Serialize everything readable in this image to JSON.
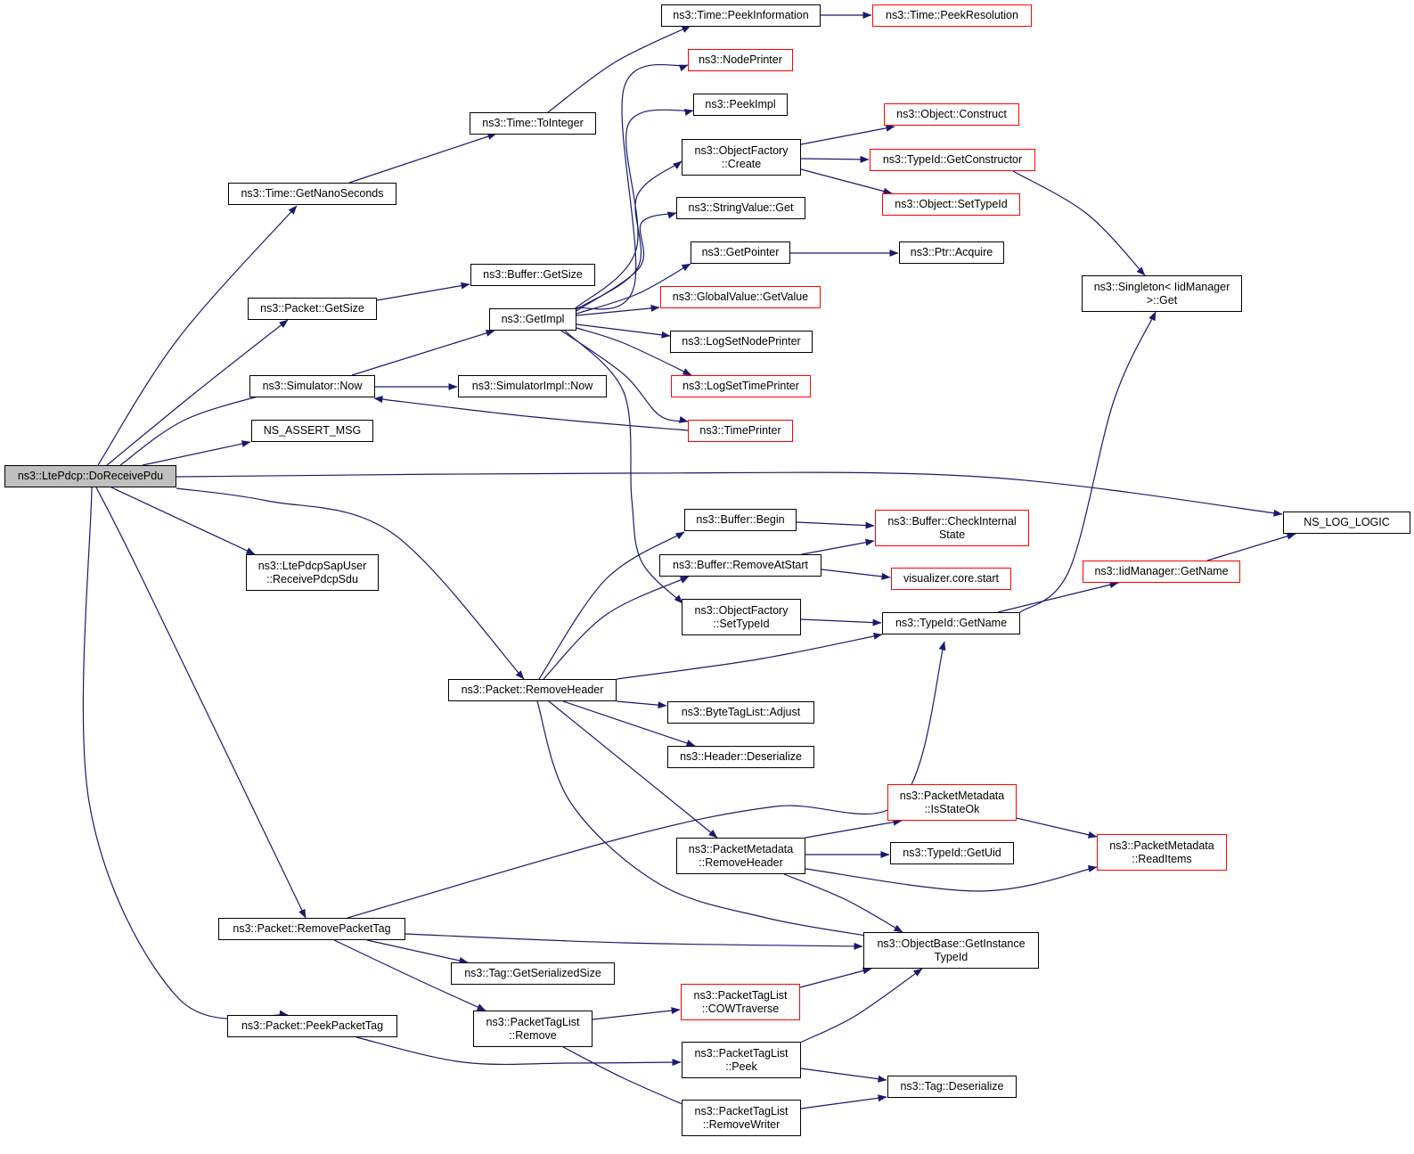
{
  "diagram": {
    "colors": {
      "edge": "#191970",
      "node_border": "#000000",
      "truncated_border": "#ff0000",
      "root_fill": "#bfbfbf"
    },
    "nodes": [
      {
        "id": "root",
        "lines": [
          "ns3::LtePdcp::DoReceivePdu"
        ],
        "style": "root"
      },
      {
        "id": "peekinfo",
        "lines": [
          "ns3::Time::PeekInformation"
        ],
        "style": "normal"
      },
      {
        "id": "peekres",
        "lines": [
          "ns3::Time::PeekResolution"
        ],
        "style": "red"
      },
      {
        "id": "nodeprinter",
        "lines": [
          "ns3::NodePrinter"
        ],
        "style": "red"
      },
      {
        "id": "peekimpl",
        "lines": [
          "ns3::PeekImpl"
        ],
        "style": "normal"
      },
      {
        "id": "objconstruct",
        "lines": [
          "ns3::Object::Construct"
        ],
        "style": "red"
      },
      {
        "id": "tointeger",
        "lines": [
          "ns3::Time::ToInteger"
        ],
        "style": "normal"
      },
      {
        "id": "ofcreate",
        "lines": [
          "ns3::ObjectFactory",
          "::Create"
        ],
        "style": "normal"
      },
      {
        "id": "getconstructor",
        "lines": [
          "ns3::TypeId::GetConstructor"
        ],
        "style": "red"
      },
      {
        "id": "getnano",
        "lines": [
          "ns3::Time::GetNanoSeconds"
        ],
        "style": "normal"
      },
      {
        "id": "settypeid",
        "lines": [
          "ns3::Object::SetTypeId"
        ],
        "style": "red"
      },
      {
        "id": "strget",
        "lines": [
          "ns3::StringValue::Get"
        ],
        "style": "normal"
      },
      {
        "id": "getpointer",
        "lines": [
          "ns3::GetPointer"
        ],
        "style": "normal"
      },
      {
        "id": "ptracquire",
        "lines": [
          "ns3::Ptr::Acquire"
        ],
        "style": "normal"
      },
      {
        "id": "bufgetsize",
        "lines": [
          "ns3::Buffer::GetSize"
        ],
        "style": "normal"
      },
      {
        "id": "singleton",
        "lines": [
          "ns3::Singleton< IidManager",
          ">::Get"
        ],
        "style": "normal"
      },
      {
        "id": "globalvalue",
        "lines": [
          "ns3::GlobalValue::GetValue"
        ],
        "style": "red"
      },
      {
        "id": "pktgetsize",
        "lines": [
          "ns3::Packet::GetSize"
        ],
        "style": "normal"
      },
      {
        "id": "getimpl",
        "lines": [
          "ns3::GetImpl"
        ],
        "style": "normal"
      },
      {
        "id": "lognodeprinter",
        "lines": [
          "ns3::LogSetNodePrinter"
        ],
        "style": "normal"
      },
      {
        "id": "simnow",
        "lines": [
          "ns3::Simulator::Now"
        ],
        "style": "normal"
      },
      {
        "id": "simimplnow",
        "lines": [
          "ns3::SimulatorImpl::Now"
        ],
        "style": "normal"
      },
      {
        "id": "logtimeprinter",
        "lines": [
          "ns3::LogSetTimePrinter"
        ],
        "style": "red"
      },
      {
        "id": "nsassert",
        "lines": [
          "NS_ASSERT_MSG"
        ],
        "style": "normal"
      },
      {
        "id": "timeprinter",
        "lines": [
          "ns3::TimePrinter"
        ],
        "style": "red"
      },
      {
        "id": "bufbegin",
        "lines": [
          "ns3::Buffer::Begin"
        ],
        "style": "normal"
      },
      {
        "id": "bufcheck",
        "lines": [
          "ns3::Buffer::CheckInternal",
          "State"
        ],
        "style": "red"
      },
      {
        "id": "nslog",
        "lines": [
          "NS_LOG_LOGIC"
        ],
        "style": "normal"
      },
      {
        "id": "sapuser",
        "lines": [
          "ns3::LtePdcpSapUser",
          "::ReceivePdcpSdu"
        ],
        "style": "normal"
      },
      {
        "id": "bufremove",
        "lines": [
          "ns3::Buffer::RemoveAtStart"
        ],
        "style": "normal"
      },
      {
        "id": "iidgetname",
        "lines": [
          "ns3::IidManager::GetName"
        ],
        "style": "red"
      },
      {
        "id": "vizstart",
        "lines": [
          "visualizer.core.start"
        ],
        "style": "red"
      },
      {
        "id": "ofsettypeid",
        "lines": [
          "ns3::ObjectFactory",
          "::SetTypeId"
        ],
        "style": "normal"
      },
      {
        "id": "tidgetname",
        "lines": [
          "ns3::TypeId::GetName"
        ],
        "style": "normal"
      },
      {
        "id": "removeheader",
        "lines": [
          "ns3::Packet::RemoveHeader"
        ],
        "style": "normal"
      },
      {
        "id": "bytetag",
        "lines": [
          "ns3::ByteTagList::Adjust"
        ],
        "style": "normal"
      },
      {
        "id": "hdrdeser",
        "lines": [
          "ns3::Header::Deserialize"
        ],
        "style": "normal"
      },
      {
        "id": "isstateok",
        "lines": [
          "ns3::PacketMetadata",
          "::IsStateOk"
        ],
        "style": "red"
      },
      {
        "id": "pmremoveheader",
        "lines": [
          "ns3::PacketMetadata",
          "::RemoveHeader"
        ],
        "style": "normal"
      },
      {
        "id": "getuid",
        "lines": [
          "ns3::TypeId::GetUid"
        ],
        "style": "normal"
      },
      {
        "id": "readitems",
        "lines": [
          "ns3::PacketMetadata",
          "::ReadItems"
        ],
        "style": "red"
      },
      {
        "id": "removepackettag",
        "lines": [
          "ns3::Packet::RemovePacketTag"
        ],
        "style": "normal"
      },
      {
        "id": "getinstance",
        "lines": [
          "ns3::ObjectBase::GetInstance",
          "TypeId"
        ],
        "style": "normal"
      },
      {
        "id": "tagsersize",
        "lines": [
          "ns3::Tag::GetSerializedSize"
        ],
        "style": "normal"
      },
      {
        "id": "cowtraverse",
        "lines": [
          "ns3::PacketTagList",
          "::COWTraverse"
        ],
        "style": "red"
      },
      {
        "id": "peekpackettag",
        "lines": [
          "ns3::Packet::PeekPacketTag"
        ],
        "style": "normal"
      },
      {
        "id": "ptlremove",
        "lines": [
          "ns3::PacketTagList",
          "::Remove"
        ],
        "style": "normal"
      },
      {
        "id": "ptlpeek",
        "lines": [
          "ns3::PacketTagList",
          "::Peek"
        ],
        "style": "normal"
      },
      {
        "id": "tagdeser",
        "lines": [
          "ns3::Tag::Deserialize"
        ],
        "style": "normal"
      },
      {
        "id": "removewriter",
        "lines": [
          "ns3::PacketTagList",
          "::RemoveWriter"
        ],
        "style": "normal"
      }
    ],
    "edges": [
      [
        "root",
        "getnano"
      ],
      [
        "root",
        "pktgetsize"
      ],
      [
        "root",
        "simnow"
      ],
      [
        "root",
        "nsassert"
      ],
      [
        "root",
        "nslog"
      ],
      [
        "root",
        "sapuser"
      ],
      [
        "root",
        "removeheader"
      ],
      [
        "root",
        "removepackettag"
      ],
      [
        "root",
        "peekpackettag"
      ],
      [
        "getnano",
        "tointeger"
      ],
      [
        "tointeger",
        "peekinfo"
      ],
      [
        "peekinfo",
        "peekres"
      ],
      [
        "pktgetsize",
        "bufgetsize"
      ],
      [
        "simnow",
        "getimpl"
      ],
      [
        "simnow",
        "simimplnow"
      ],
      [
        "getimpl",
        "nodeprinter"
      ],
      [
        "getimpl",
        "peekimpl"
      ],
      [
        "getimpl",
        "ofcreate"
      ],
      [
        "getimpl",
        "strget"
      ],
      [
        "getimpl",
        "getpointer"
      ],
      [
        "getimpl",
        "globalvalue"
      ],
      [
        "getimpl",
        "lognodeprinter"
      ],
      [
        "getimpl",
        "logtimeprinter"
      ],
      [
        "getimpl",
        "timeprinter"
      ],
      [
        "getimpl",
        "ofsettypeid"
      ],
      [
        "ofcreate",
        "objconstruct"
      ],
      [
        "ofcreate",
        "getconstructor"
      ],
      [
        "ofcreate",
        "settypeid"
      ],
      [
        "getconstructor",
        "singleton"
      ],
      [
        "getpointer",
        "ptracquire"
      ],
      [
        "timeprinter",
        "simnow"
      ],
      [
        "removeheader",
        "bufbegin"
      ],
      [
        "removeheader",
        "bufremove"
      ],
      [
        "removeheader",
        "tidgetname"
      ],
      [
        "removeheader",
        "bytetag"
      ],
      [
        "removeheader",
        "hdrdeser"
      ],
      [
        "removeheader",
        "pmremoveheader"
      ],
      [
        "removeheader",
        "getinstance"
      ],
      [
        "bufbegin",
        "bufcheck"
      ],
      [
        "bufremove",
        "bufcheck"
      ],
      [
        "bufremove",
        "vizstart"
      ],
      [
        "ofsettypeid",
        "tidgetname"
      ],
      [
        "tidgetname",
        "iidgetname"
      ],
      [
        "tidgetname",
        "singleton"
      ],
      [
        "iidgetname",
        "nslog"
      ],
      [
        "pmremoveheader",
        "isstateok"
      ],
      [
        "pmremoveheader",
        "getuid"
      ],
      [
        "pmremoveheader",
        "readitems"
      ],
      [
        "pmremoveheader",
        "getinstance"
      ],
      [
        "isstateok",
        "readitems"
      ],
      [
        "removepackettag",
        "tidgetname"
      ],
      [
        "removepackettag",
        "getinstance"
      ],
      [
        "removepackettag",
        "tagsersize"
      ],
      [
        "removepackettag",
        "ptlremove"
      ],
      [
        "ptlremove",
        "cowtraverse"
      ],
      [
        "ptlremove",
        "removewriter"
      ],
      [
        "cowtraverse",
        "getinstance"
      ],
      [
        "peekpackettag",
        "ptlpeek"
      ],
      [
        "ptlpeek",
        "getinstance"
      ],
      [
        "ptlpeek",
        "tagdeser"
      ],
      [
        "removewriter",
        "tagdeser"
      ]
    ]
  }
}
